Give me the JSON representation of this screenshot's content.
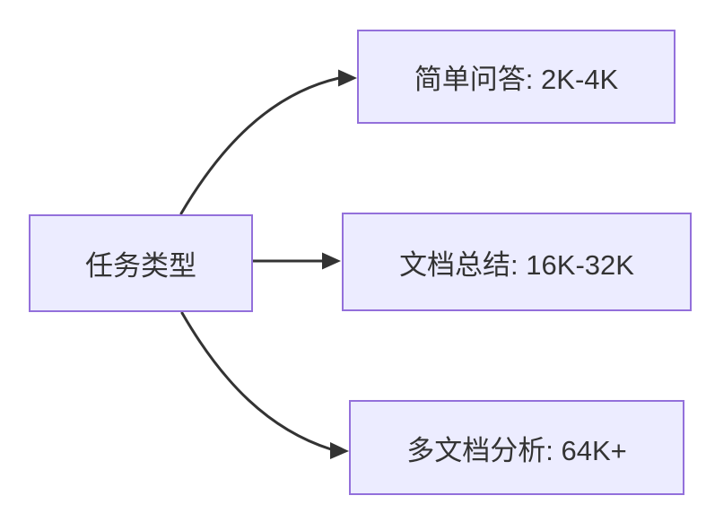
{
  "diagram": {
    "type": "flowchart",
    "direction": "left-to-right",
    "root": {
      "id": "task-type",
      "label": "任务类型"
    },
    "branches": [
      {
        "id": "simple-qa",
        "label": "简单问答: 2K-4K"
      },
      {
        "id": "doc-summary",
        "label": "文档总结: 16K-32K"
      },
      {
        "id": "multi-doc",
        "label": "多文档分析: 64K+"
      }
    ],
    "edges": [
      {
        "from": "task-type",
        "to": "simple-qa"
      },
      {
        "from": "task-type",
        "to": "doc-summary"
      },
      {
        "from": "task-type",
        "to": "multi-doc"
      }
    ],
    "colors": {
      "node_fill": "#ECECFF",
      "node_border": "#9370DB",
      "arrow": "#333333",
      "text": "#333333",
      "background": "#FFFFFF"
    }
  }
}
